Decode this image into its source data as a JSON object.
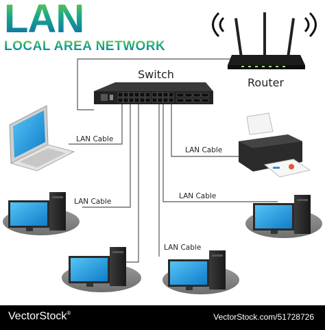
{
  "title": {
    "main": "LAN",
    "subtitle": "LOCAL AREA NETWORK"
  },
  "labels": {
    "switch": "Switch",
    "router": "Router",
    "cable_laptop": "LAN Cable",
    "cable_printer": "LAN Cable",
    "cable_pc_left": "LAN Cable",
    "cable_pc_right": "LAN Cable",
    "cable_pc_center": "LAN Cable"
  },
  "footer": {
    "brand": "VectorStock",
    "brand_mark": "®",
    "image_id": "VectorStock.com/51728726"
  },
  "colors": {
    "title_gradient_top": "#7fcf3a",
    "title_gradient_mid": "#18a78a",
    "title_gradient_bottom": "#0f5fb0",
    "screen_blue": "#1e9be0",
    "device_dark": "#2a2a2a",
    "footer_bg": "#000000"
  }
}
